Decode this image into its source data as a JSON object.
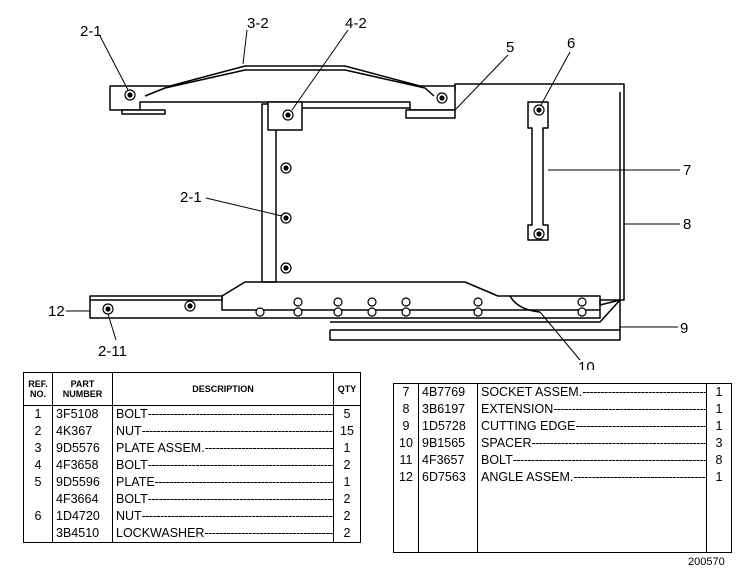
{
  "callouts": {
    "c_2_1_top": "2-1",
    "c_3_2": "3-2",
    "c_4_2": "4-2",
    "c_5": "5",
    "c_6": "6",
    "c_7": "7",
    "c_8": "8",
    "c_2_1_mid": "2-1",
    "c_12": "12",
    "c_2_11": "2-11",
    "c_9": "9",
    "c_10": "10"
  },
  "parts_table": {
    "headers": {
      "ref": "REF. NO.",
      "part": "PART NUMBER",
      "desc": "DESCRIPTION",
      "qty": "QTY"
    },
    "left_rows": [
      {
        "ref": "1",
        "part": "3F5108",
        "desc": "BOLT",
        "qty": "5"
      },
      {
        "ref": "2",
        "part": "4K367",
        "desc": "NUT",
        "qty": "15"
      },
      {
        "ref": "3",
        "part": "9D5576",
        "desc": "PLATE ASSEM.",
        "qty": "1"
      },
      {
        "ref": "4",
        "part": "4F3658",
        "desc": "BOLT",
        "qty": "2"
      },
      {
        "ref": "5",
        "part": "9D5596",
        "desc": "PLATE",
        "qty": "1"
      },
      {
        "ref": "",
        "part": "4F3664",
        "desc": "BOLT",
        "qty": "2"
      },
      {
        "ref": "6",
        "part": "1D4720",
        "desc": "NUT",
        "qty": "2"
      },
      {
        "ref": "",
        "part": "3B4510",
        "desc": "LOCKWASHER",
        "qty": "2"
      }
    ],
    "right_rows": [
      {
        "ref": "7",
        "part": "4B7769",
        "desc": "SOCKET ASSEM.",
        "qty": "1"
      },
      {
        "ref": "8",
        "part": "3B6197",
        "desc": "EXTENSION",
        "qty": "1"
      },
      {
        "ref": "9",
        "part": "1D5728",
        "desc": "CUTTING EDGE",
        "qty": "1"
      },
      {
        "ref": "10",
        "part": "9B1565",
        "desc": "SPACER",
        "qty": "3"
      },
      {
        "ref": "11",
        "part": "4F3657",
        "desc": "BOLT",
        "qty": "8"
      },
      {
        "ref": "12",
        "part": "6D7563",
        "desc": "ANGLE ASSEM.",
        "qty": "1"
      }
    ]
  },
  "drawing_number": "200570"
}
